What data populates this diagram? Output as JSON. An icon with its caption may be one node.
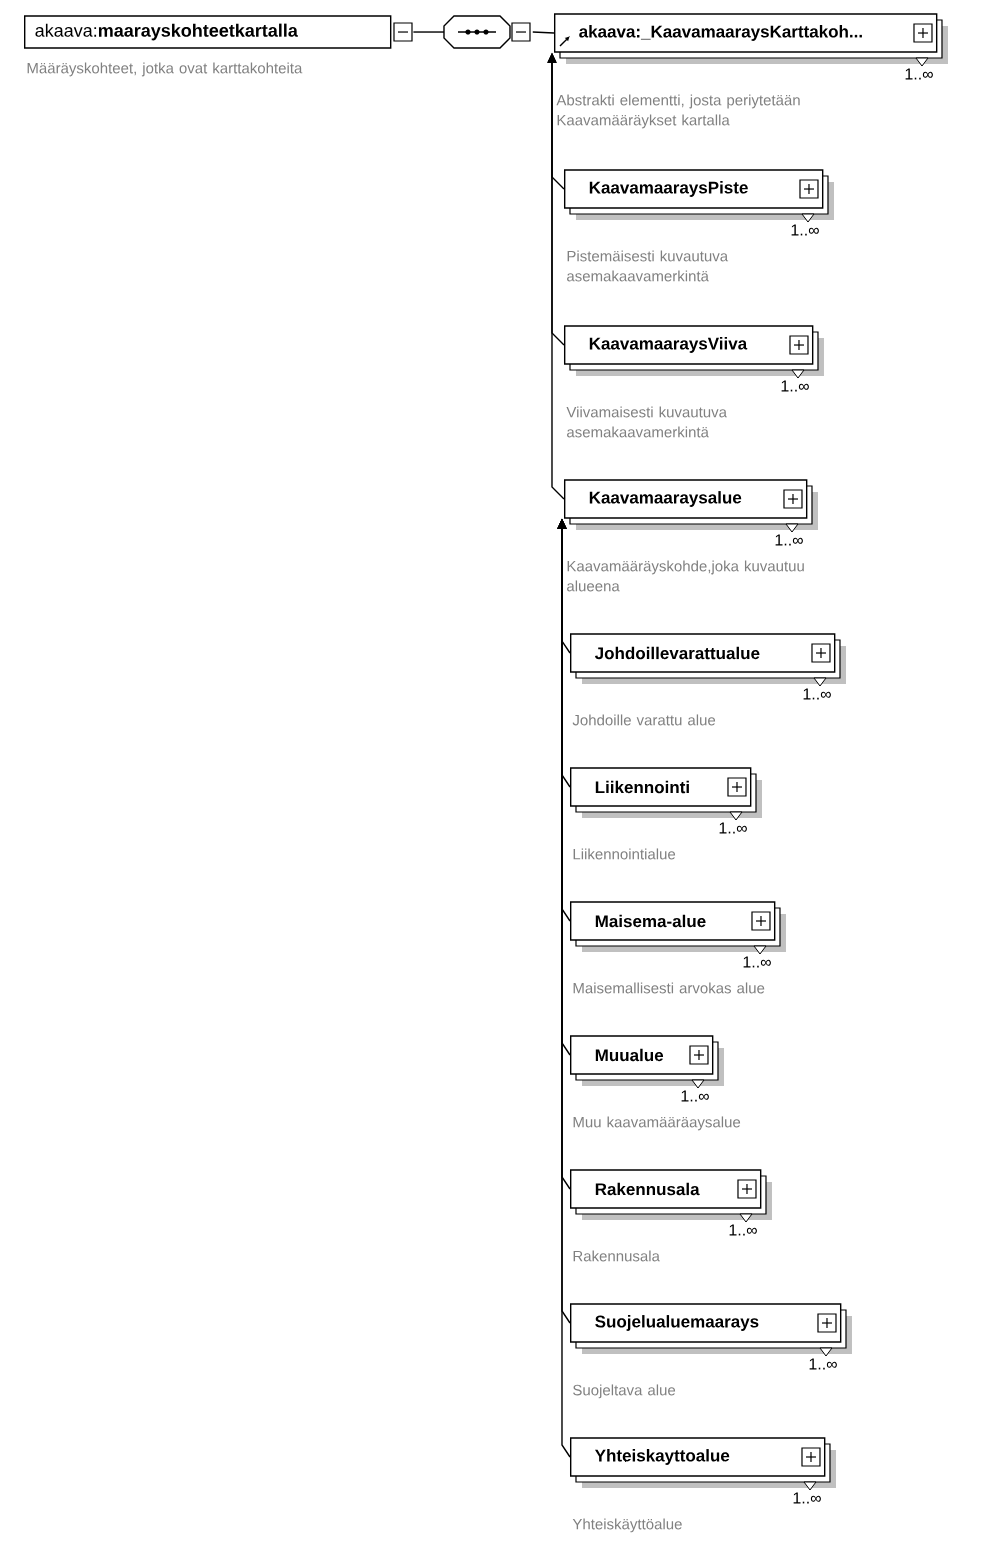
{
  "diagram": {
    "nodes": [
      {
        "text": [
          "akaava:**maarayskohteetkartalla**"
        ],
        "beside": [
          "Määräyskohteet, jotka ovat karttakohteita"
        ]
      },
      {
        "text": [],
        "shape": "octagon"
      },
      {
        "text": [
          "akaava:_KaavamaaraysKarttakoh..."
        ],
        "beside": [
          "1..∞",
          "Abstrakti elementti, josta periytetään Kaavamääräykset kartalla"
        ]
      },
      {
        "text": [
          "KaavamaaraysPiste"
        ],
        "beside": [
          "1..∞",
          "Pistemäisesti kuvautuva asemakaavamerkintä"
        ]
      },
      {
        "text": [
          "KaavamaaraysViiva"
        ],
        "beside": [
          "1..∞",
          "Viivamaisesti kuvautuva asemakaavamerkintä"
        ]
      },
      {
        "text": [
          "Kaavamaaraysalue"
        ],
        "beside": [
          "1..∞",
          "Kaavamääräyskohde,joka kuvautuu alueena"
        ]
      },
      {
        "text": [
          "Johdoillevarattualue"
        ],
        "beside": [
          "1..∞",
          "Johdoille varattu alue"
        ]
      },
      {
        "text": [
          "Liikennointi"
        ],
        "beside": [
          "1..∞",
          "Liikennointialue"
        ]
      },
      {
        "text": [
          "Maisema-alue"
        ],
        "beside": [
          "1..∞",
          "Maisemallisesti arvokas alue"
        ]
      },
      {
        "text": [
          "Muualue"
        ],
        "beside": [
          "1..∞",
          "Muu kaavamääräaysalue"
        ]
      },
      {
        "text": [
          "Rakennusala"
        ],
        "beside": [
          "1..∞",
          "Rakennusala"
        ]
      },
      {
        "text": [
          "Suojelualuemaarays"
        ],
        "beside": [
          "1..∞",
          "Suojeltava alue"
        ]
      },
      {
        "text": [
          "Yhteiskayttoalue"
        ],
        "beside": [
          "1..∞",
          "Yhteiskäyttöalue"
        ]
      }
    ],
    "edges": [
      {
        "from": 0,
        "to": 1,
        "arrow": "none"
      },
      {
        "from": 1,
        "to": 2,
        "arrow": "none"
      },
      {
        "from": 3,
        "to": 2,
        "arrow": "to"
      },
      {
        "from": 4,
        "to": 2,
        "arrow": "to"
      },
      {
        "from": 5,
        "to": 2,
        "arrow": "to"
      },
      {
        "from": 6,
        "to": 5,
        "arrow": "to"
      },
      {
        "from": 7,
        "to": 5,
        "arrow": "to"
      },
      {
        "from": 8,
        "to": 5,
        "arrow": "to"
      },
      {
        "from": 9,
        "to": 5,
        "arrow": "to"
      },
      {
        "from": 10,
        "to": 5,
        "arrow": "to"
      },
      {
        "from": 11,
        "to": 5,
        "arrow": "to"
      },
      {
        "from": 12,
        "to": 5,
        "arrow": "to"
      }
    ]
  }
}
